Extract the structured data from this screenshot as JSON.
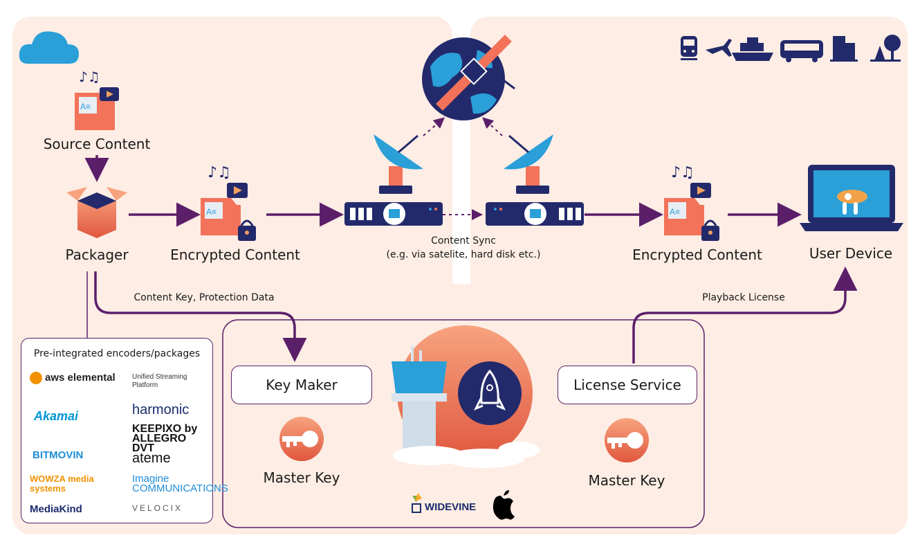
{
  "labels": {
    "source_content": "Source Content",
    "packager": "Packager",
    "encrypted_content_left": "Encrypted Content",
    "encrypted_content_right": "Encrypted Content",
    "content_sync_line1": "Content Sync",
    "content_sync_line2": "(e.g. via satelite, hard disk etc.)",
    "user_device": "User Device",
    "content_key_protection": "Content Key, Protection Data",
    "playback_license": "Playback License",
    "key_maker": "Key Maker",
    "license_service": "License Service",
    "master_key_left": "Master Key",
    "master_key_right": "Master Key"
  },
  "partners": {
    "title": "Pre-integrated encoders/packages",
    "left": [
      {
        "name": "aws elemental",
        "color": "#f39200"
      },
      {
        "name": "Akamai",
        "color": "#0096d6"
      },
      {
        "name": "BITMOVIN",
        "color": "#1e8cd8"
      },
      {
        "name": "WOWZA media systems",
        "color": "#f39200"
      },
      {
        "name": "MediaKind",
        "color": "#1a2b6b"
      }
    ],
    "right": [
      {
        "name": "Unified Streaming Platform",
        "color": "#333333"
      },
      {
        "name": "harmonic",
        "color": "#1a2b6b"
      },
      {
        "name": "KEEPIXO by ALLEGRO DVT",
        "color": "#111111"
      },
      {
        "name": "ateme",
        "color": "#111111"
      },
      {
        "name": "Imagine COMMUNICATIONS",
        "color": "#1e8cd8"
      },
      {
        "name": "VELOCIX",
        "color": "#555555"
      }
    ]
  },
  "drm_logos": {
    "widevine": "WIDEVINE",
    "apple": "apple-logo"
  },
  "icons": [
    "cloud-icon",
    "train-icon",
    "plane-icon",
    "ship-icon",
    "bus-icon",
    "building-icon",
    "forest-icon"
  ],
  "colors": {
    "panel": "#fdede4",
    "accent": "#5b1f6a",
    "navy": "#232a6b",
    "coral": "#f08060",
    "sky": "#2a9fd8"
  }
}
